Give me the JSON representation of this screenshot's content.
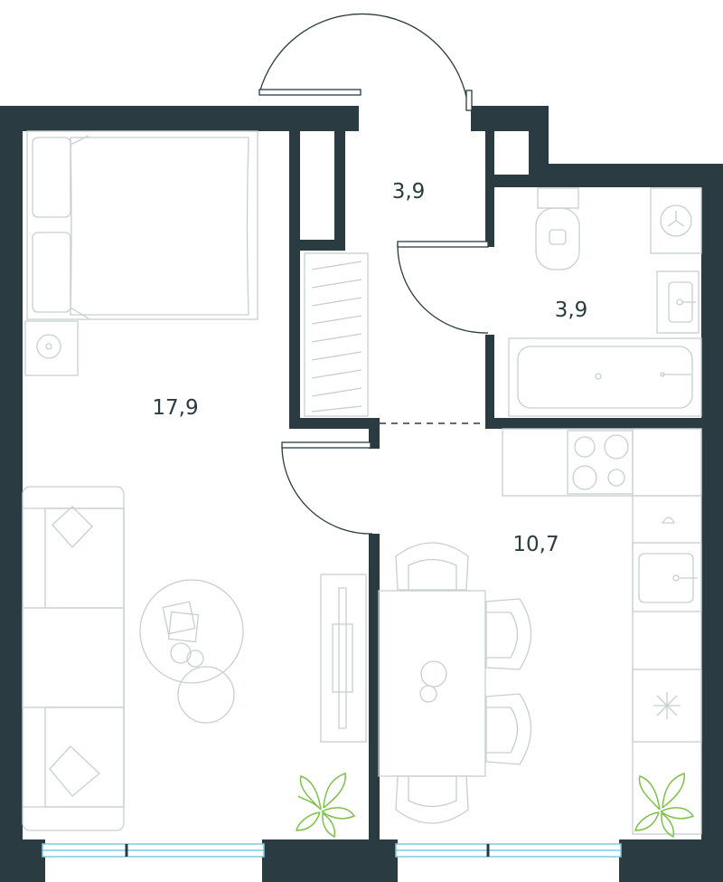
{
  "rooms": {
    "vestibule": {
      "area": "3,9"
    },
    "bathroom": {
      "area": "3,9"
    },
    "bedroom_living": {
      "area": "17,9"
    },
    "kitchen": {
      "area": "10,7"
    }
  },
  "colors": {
    "wall": "#2a3c41",
    "furniture": "#c7cfd1",
    "window": "#7ec8e3",
    "plant": "#7cc24a"
  },
  "icons": [
    "bed",
    "sofa",
    "coffee-table",
    "tv-stand",
    "toilet",
    "sink",
    "bathtub",
    "washing-machine",
    "stove",
    "fridge",
    "dining-table",
    "chair",
    "plant",
    "wardrobe"
  ]
}
